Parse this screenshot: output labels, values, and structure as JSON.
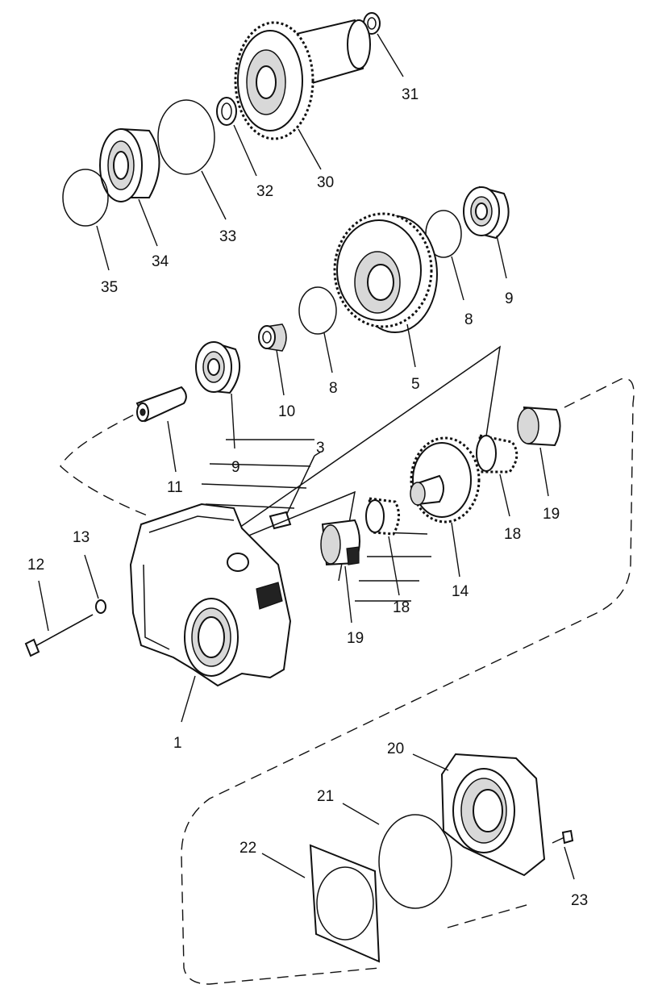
{
  "callouts": [
    {
      "id": "31",
      "label": "31"
    },
    {
      "id": "32",
      "label": "32"
    },
    {
      "id": "30",
      "label": "30"
    },
    {
      "id": "33",
      "label": "33"
    },
    {
      "id": "34",
      "label": "34"
    },
    {
      "id": "35",
      "label": "35"
    },
    {
      "id": "9a",
      "label": "9"
    },
    {
      "id": "8a",
      "label": "8"
    },
    {
      "id": "5",
      "label": "5"
    },
    {
      "id": "8b",
      "label": "8"
    },
    {
      "id": "10",
      "label": "10"
    },
    {
      "id": "9b",
      "label": "9"
    },
    {
      "id": "3",
      "label": "3"
    },
    {
      "id": "11",
      "label": "11"
    },
    {
      "id": "13",
      "label": "13"
    },
    {
      "id": "12",
      "label": "12"
    },
    {
      "id": "19a",
      "label": "19"
    },
    {
      "id": "18a",
      "label": "18"
    },
    {
      "id": "14",
      "label": "14"
    },
    {
      "id": "18b",
      "label": "18"
    },
    {
      "id": "19b",
      "label": "19"
    },
    {
      "id": "1",
      "label": "1"
    },
    {
      "id": "20",
      "label": "20"
    },
    {
      "id": "21",
      "label": "21"
    },
    {
      "id": "22",
      "label": "22"
    },
    {
      "id": "23",
      "label": "23"
    }
  ]
}
